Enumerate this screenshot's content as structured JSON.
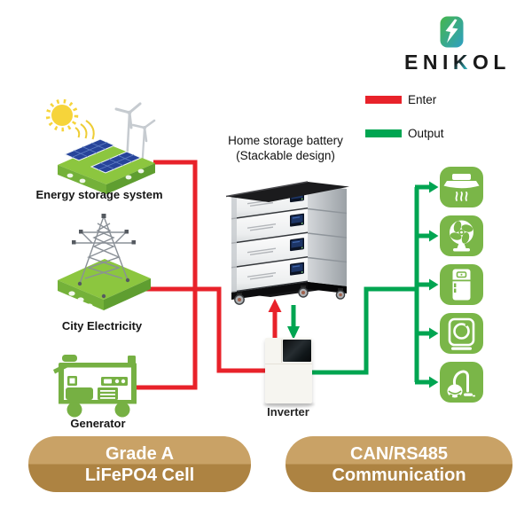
{
  "brand": {
    "prefix": "ENI",
    "accent": "K",
    "suffix": "OL",
    "logo_icon": "lightning-bolt-icon"
  },
  "legend": {
    "items": [
      {
        "label": "Enter",
        "color": "#e8222a"
      },
      {
        "label": "Output",
        "color": "#00a551"
      }
    ]
  },
  "sources": [
    {
      "label": "Energy storage system",
      "icon": "solar-panels-wind-sun-icon"
    },
    {
      "label": "City Electricity",
      "icon": "transmission-tower-icon"
    },
    {
      "label": "Generator",
      "icon": "generator-icon"
    }
  ],
  "battery": {
    "title_line1": "Home storage battery",
    "title_line2": "(Stackable design)",
    "modules": 4
  },
  "inverter": {
    "label": "Inverter"
  },
  "appliances": {
    "tile_color": "#7ab648",
    "icons": [
      "range-hood-icon",
      "fan-icon",
      "refrigerator-icon",
      "washing-machine-icon",
      "vacuum-cleaner-icon"
    ]
  },
  "badges": [
    {
      "line1": "Grade A",
      "line2": "LiFePO4 Cell"
    },
    {
      "line1": "CAN/RS485",
      "line2": "Communication"
    }
  ],
  "connections": [
    {
      "from": "Energy storage system",
      "to": "Inverter",
      "flow": "enter"
    },
    {
      "from": "City Electricity",
      "to": "Inverter",
      "flow": "enter"
    },
    {
      "from": "Generator",
      "to": "Inverter",
      "flow": "enter"
    },
    {
      "from": "Inverter",
      "to": "Home storage battery",
      "flow": "enter"
    },
    {
      "from": "Home storage battery",
      "to": "Inverter",
      "flow": "output"
    },
    {
      "from": "Inverter",
      "to": "appliances",
      "flow": "output"
    }
  ],
  "colors": {
    "enter_red": "#e8222a",
    "output_green": "#00a551",
    "appliance_green": "#7ab648",
    "platform_green": "#8cc63f",
    "badge_tan_top": "#c9a266",
    "badge_tan_bottom": "#ad8342"
  }
}
